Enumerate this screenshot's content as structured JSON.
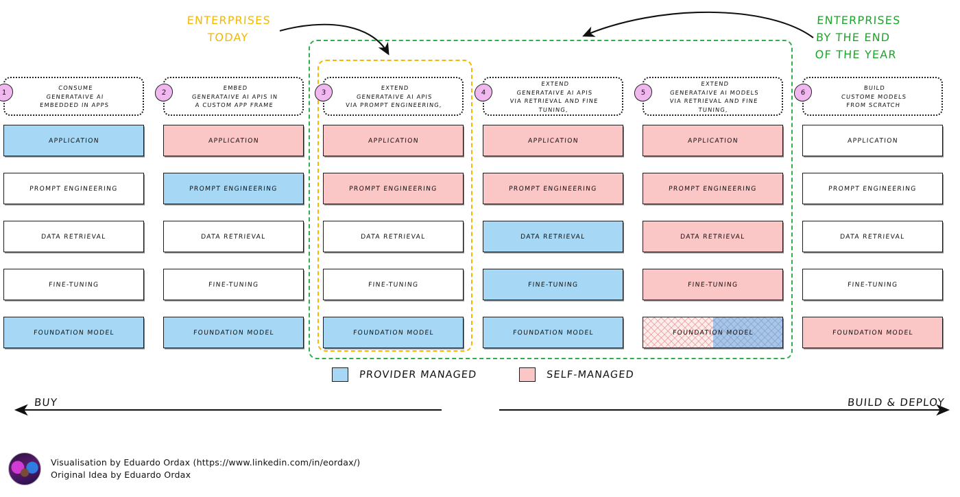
{
  "annotations": {
    "today": "ENTERPRISES\nTODAY",
    "today_color": "#F5B800",
    "end_of_year": "ENTERPRISES\nBY THE END\nOF THE YEAR",
    "end_of_year_color": "#1DA52A"
  },
  "layers": [
    "APPLICATION",
    "PROMPT ENGINEERING",
    "DATA RETRIEVAL",
    "FINE-TUNING",
    "FOUNDATION MODEL"
  ],
  "columns": [
    {
      "number": "1",
      "title": "CONSUME\nGENERATAIVE AI\nEMBEDDED IN APPS",
      "fills": [
        "blue",
        "white",
        "white",
        "white",
        "blue"
      ]
    },
    {
      "number": "2",
      "title": "EMBED\nGENERATAIVE AI APIS IN\nA CUSTOM APP FRAME",
      "fills": [
        "pink",
        "blue",
        "white",
        "white",
        "blue"
      ]
    },
    {
      "number": "3",
      "title": "EXTEND\nGENERATAIVE AI APIS\nVIA PROMPT ENGINEERING,",
      "fills": [
        "pink",
        "pink",
        "white",
        "white",
        "blue"
      ]
    },
    {
      "number": "4",
      "title": "EXTEND\nGENERATAIVE AI APIS\nVIA RETRIEVAL AND FINE TUNING,",
      "fills": [
        "pink",
        "pink",
        "blue",
        "blue",
        "blue"
      ]
    },
    {
      "number": "5",
      "title": "EXTEND\nGENERATAIVE AI MODELS\nVIA RETRIEVAL AND FINE TUNING,",
      "fills": [
        "pink",
        "pink",
        "pink",
        "pink",
        "split"
      ]
    },
    {
      "number": "6",
      "title": "BUILD\nCUSTOME MODELS\nFROM SCRATCH",
      "fills": [
        "white",
        "white",
        "white",
        "white",
        "pink"
      ]
    }
  ],
  "legend": [
    {
      "label": "PROVIDER MANAGED",
      "color": "#a6d8f5"
    },
    {
      "label": "SELF-MANAGED",
      "color": "#fbc6c6"
    }
  ],
  "axes": {
    "left_label": "BUY",
    "right_label": "BUILD & DEPLOY"
  },
  "footer": {
    "line1": "Visualisation by Eduardo Ordax (https://www.linkedin.com/in/eordax/)",
    "line2": "Original Idea by Eduardo Ordax"
  }
}
